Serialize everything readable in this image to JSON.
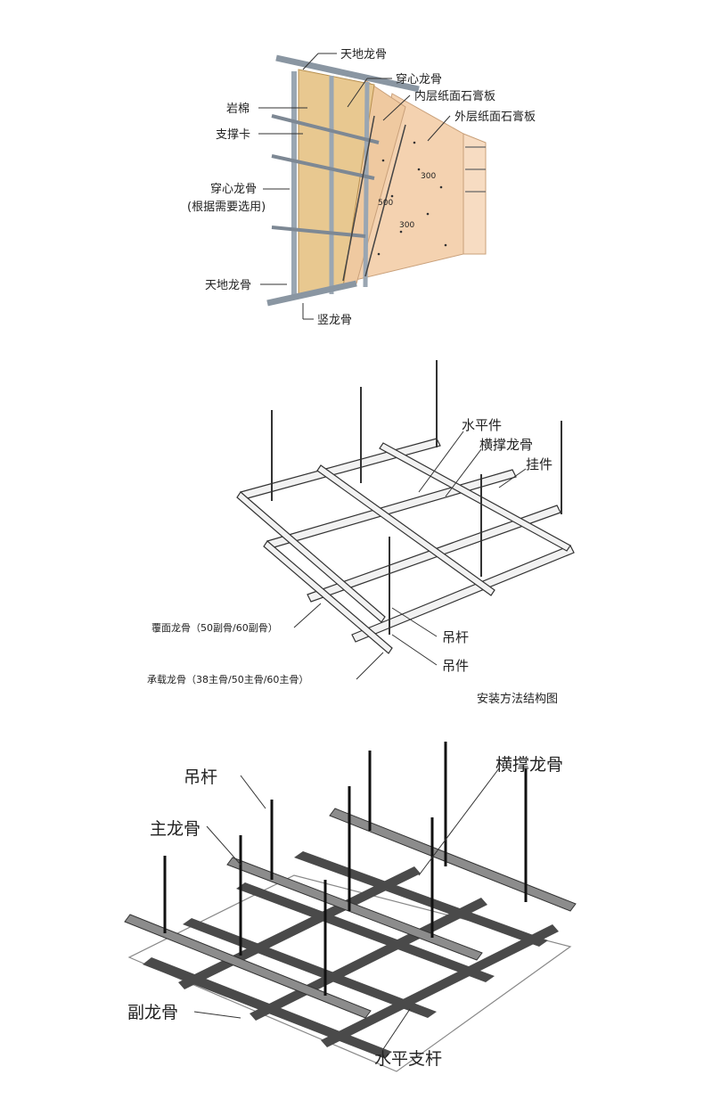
{
  "wall_diagram": {
    "labels": {
      "top_track_upper": "天地龙骨",
      "through_stud_upper": "穿心龙骨",
      "inner_board": "内层纸面石膏板",
      "outer_board": "外层纸面石膏板",
      "rock_wool": "岩棉",
      "support_clip": "支撑卡",
      "through_stud_left": "穿心龙骨",
      "through_stud_note": "(根据需要选用)",
      "bottom_track": "天地龙骨",
      "vertical_stud": "竖龙骨",
      "dim_300_a": "300",
      "dim_500": "500",
      "dim_300_b": "300"
    },
    "colors": {
      "wool": "#e8c890",
      "board_inner": "#efc9a0",
      "board_outer": "#f4d2b0",
      "steel": "#9aa6b2"
    }
  },
  "ceiling_diagram_1": {
    "labels": {
      "horizontal_piece": "水平件",
      "cross_brace": "横撑龙骨",
      "hanger_clip": "挂件",
      "cover_keel": "覆面龙骨（50副骨/60副骨）",
      "hanger_rod": "吊杆",
      "hanger": "吊件",
      "load_keel": "承载龙骨（38主骨/50主骨/60主骨）",
      "caption": "安装方法结构图"
    }
  },
  "ceiling_diagram_2": {
    "labels": {
      "hanger_rod": "吊杆",
      "cross_brace": "横撑龙骨",
      "main_keel": "主龙骨",
      "secondary_keel": "副龙骨",
      "horizontal_strut": "水平支杆"
    },
    "colors": {
      "keel_dark": "#4a4a4a",
      "keel_light": "#8c8c8c"
    }
  }
}
